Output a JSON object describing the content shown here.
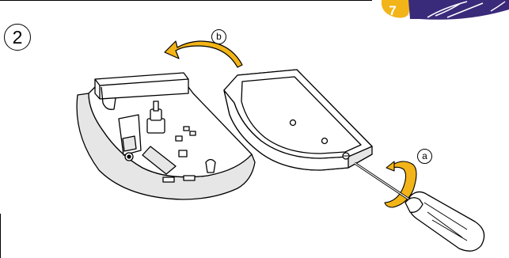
{
  "page": {
    "number": "7"
  },
  "step": {
    "number": "2"
  },
  "callouts": {
    "a": "a",
    "b": "b"
  },
  "colors": {
    "accent_gold": "#F2B418",
    "accent_purple": "#3A2A7A",
    "line": "#000000",
    "shell": "#FFFFFF",
    "shadow": "#E6E6E6"
  },
  "icons": {
    "rotate": "curved-arrow-icon",
    "tool": "screwdriver-icon"
  }
}
